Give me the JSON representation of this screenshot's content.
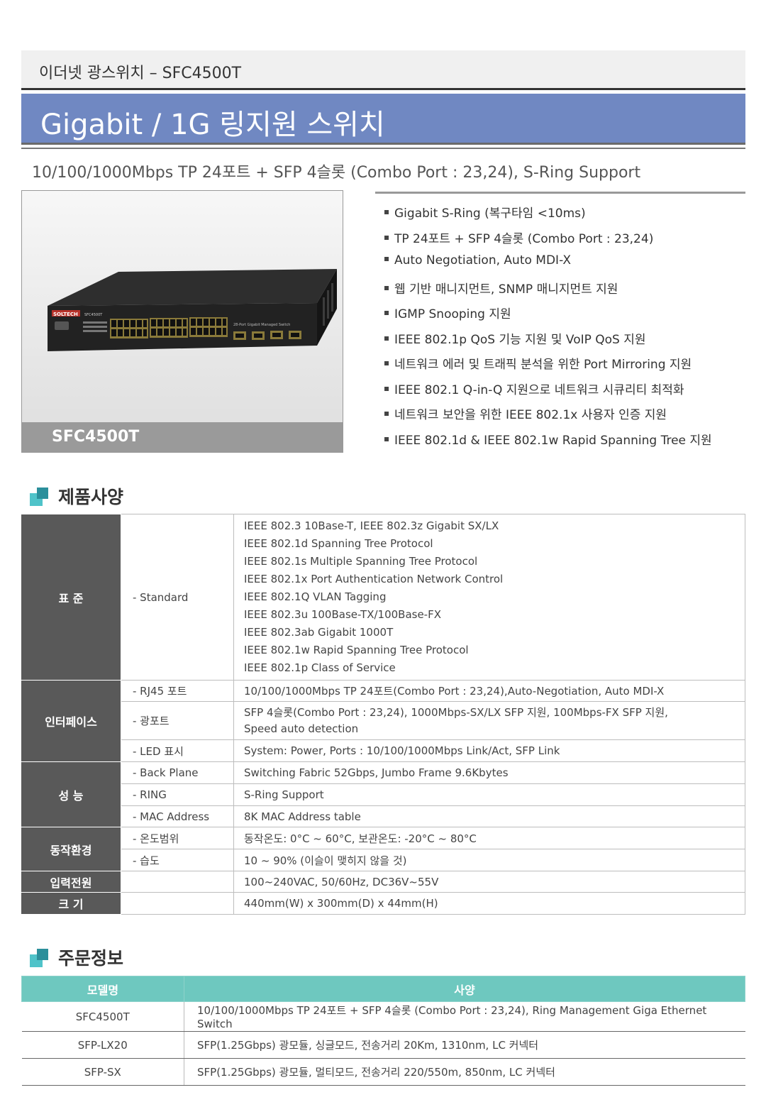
{
  "header": {
    "text": "이더넷 광스위치 – SFC4500T"
  },
  "title": "Gigabit / 1G 링지원 스위치",
  "subtitle": "10/100/1000Mbps TP 24포트 + SFP 4슬롯 (Combo Port : 23,24), S-Ring Support",
  "photo": {
    "caption": "SFC4500T",
    "brand": "SOLTECH",
    "model_label": "SFC4500T",
    "device_label": "28-Port Gigabit Managed Switch"
  },
  "features": [
    "Gigabit S-Ring (복구타임 <10ms)",
    "TP 24포트 + SFP 4슬롯 (Combo Port : 23,24)",
    "Auto Negotiation, Auto MDI-X",
    "웹 기반 매니지먼트, SNMP 매니지먼트 지원",
    "IGMP Snooping 지원",
    "IEEE 802.1p QoS 기능 지원 및 VoIP QoS 지원",
    "네트워크 에러 및 트래픽 분석을 위한 Port Mirroring 지원",
    "IEEE 802.1 Q-in-Q 지원으로 네트워크 시큐리티 최적화",
    "네트워크 보안을 위한 IEEE 802.1x 사용자 인증 지원",
    "IEEE 802.1d & IEEE 802.1w Rapid Spanning Tree 지원"
  ],
  "spec": {
    "section_title": "제품사양",
    "standard": {
      "category": "표 준",
      "sub": "- Standard",
      "lines": [
        "IEEE 802.3 10Base-T, IEEE 802.3z Gigabit SX/LX",
        "IEEE 802.1d Spanning Tree Protocol",
        "IEEE 802.1s Multiple Spanning Tree Protocol",
        "IEEE 802.1x Port Authentication Network Control",
        "IEEE 802.1Q VLAN Tagging",
        "IEEE 802.3u 100Base-TX/100Base-FX",
        "IEEE 802.3ab Gigabit 1000T",
        "IEEE 802.1w Rapid Spanning Tree Protocol",
        "IEEE 802.1p Class of Service"
      ]
    },
    "interface": {
      "category": "인터페이스",
      "rows": [
        {
          "sub": "- RJ45 포트",
          "val": "10/100/1000Mbps TP 24포트(Combo Port : 23,24),Auto-Negotiation, Auto MDI-X"
        },
        {
          "sub": "- 광포트",
          "val": "SFP 4슬롯(Combo Port : 23,24), 1000Mbps-SX/LX SFP 지원, 100Mbps-FX SFP 지원,",
          "val2": "Speed auto detection"
        },
        {
          "sub": "- LED 표시",
          "val": "System: Power, Ports : 10/100/1000Mbps Link/Act, SFP Link"
        }
      ]
    },
    "performance": {
      "category": "성 능",
      "rows": [
        {
          "sub": "- Back Plane",
          "val": "Switching Fabric 52Gbps, Jumbo Frame 9.6Kbytes"
        },
        {
          "sub": "- RING",
          "val": "S-Ring Support"
        },
        {
          "sub": "- MAC Address",
          "val": "8K MAC Address table"
        }
      ]
    },
    "environment": {
      "category": "동작환경",
      "rows": [
        {
          "sub": "- 온도범위",
          "val": "동작온도: 0°C ~ 60°C, 보관온도: -20°C ~ 80°C"
        },
        {
          "sub": "- 습도",
          "val": "10 ~ 90% (이슬이 맺히지 않을 것)"
        }
      ]
    },
    "power": {
      "category": "입력전원",
      "val": "100~240VAC, 50/60Hz, DC36V~55V"
    },
    "size": {
      "category": "크 기",
      "val": "440mm(W) x 300mm(D) x 44mm(H)"
    }
  },
  "order": {
    "section_title": "주문정보",
    "headers": [
      "모델명",
      "사양"
    ],
    "rows": [
      {
        "model": "SFC4500T",
        "spec": "10/100/1000Mbps TP 24포트 + SFP 4슬롯 (Combo Port : 23,24), Ring Management Giga Ethernet Switch"
      },
      {
        "model": "SFP-LX20",
        "spec": "SFP(1.25Gbps) 광모듈, 싱글모드, 전송거리 20Km, 1310nm, LC 커넥터"
      },
      {
        "model": "SFP-SX",
        "spec": "SFP(1.25Gbps) 광모듈, 멀티모드, 전송거리 220/550m, 850nm, LC 커넥터"
      }
    ]
  },
  "colors": {
    "title_band": "#7088c2",
    "spec_category": "#595959",
    "order_header": "#6ec8bf",
    "accent_teal": "#4fc3c9"
  }
}
